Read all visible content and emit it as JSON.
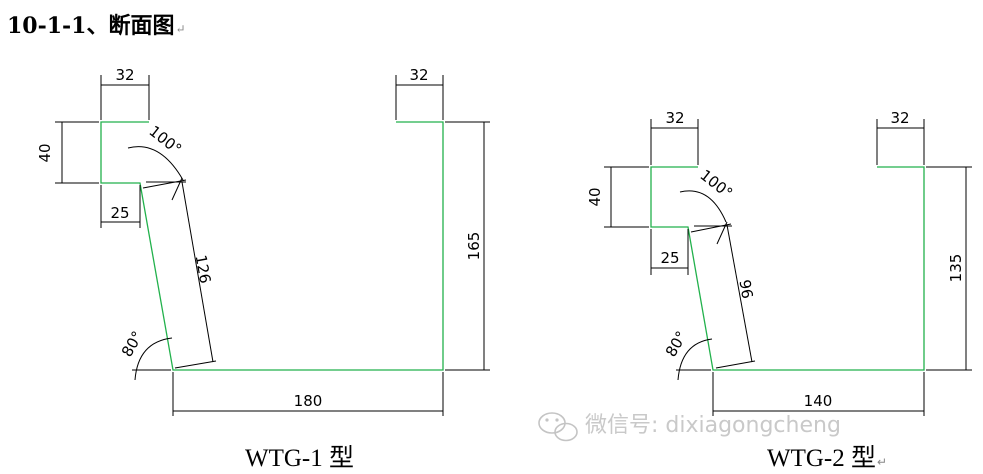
{
  "heading": {
    "title": "10-1-1、断面图",
    "para_mark": "↵"
  },
  "wtg1": {
    "caption": "WTG-1 型",
    "dims": {
      "top_left": "32",
      "top_right": "32",
      "lip_height": "40",
      "lip_bottom": "25",
      "angle_top": "100°",
      "slant": "126",
      "angle_bottom": "80°",
      "height": "165",
      "bottom": "180"
    }
  },
  "wtg2": {
    "caption": "WTG-2 型",
    "para_mark": "↵",
    "dims": {
      "top_left": "32",
      "top_right": "32",
      "lip_height": "40",
      "lip_bottom": "25",
      "angle_top": "100°",
      "slant": "96",
      "angle_bottom": "80°",
      "height": "135",
      "bottom": "140"
    }
  },
  "watermark": {
    "text": "微信号: dixiagongcheng",
    "icon": "wechat-icon"
  }
}
